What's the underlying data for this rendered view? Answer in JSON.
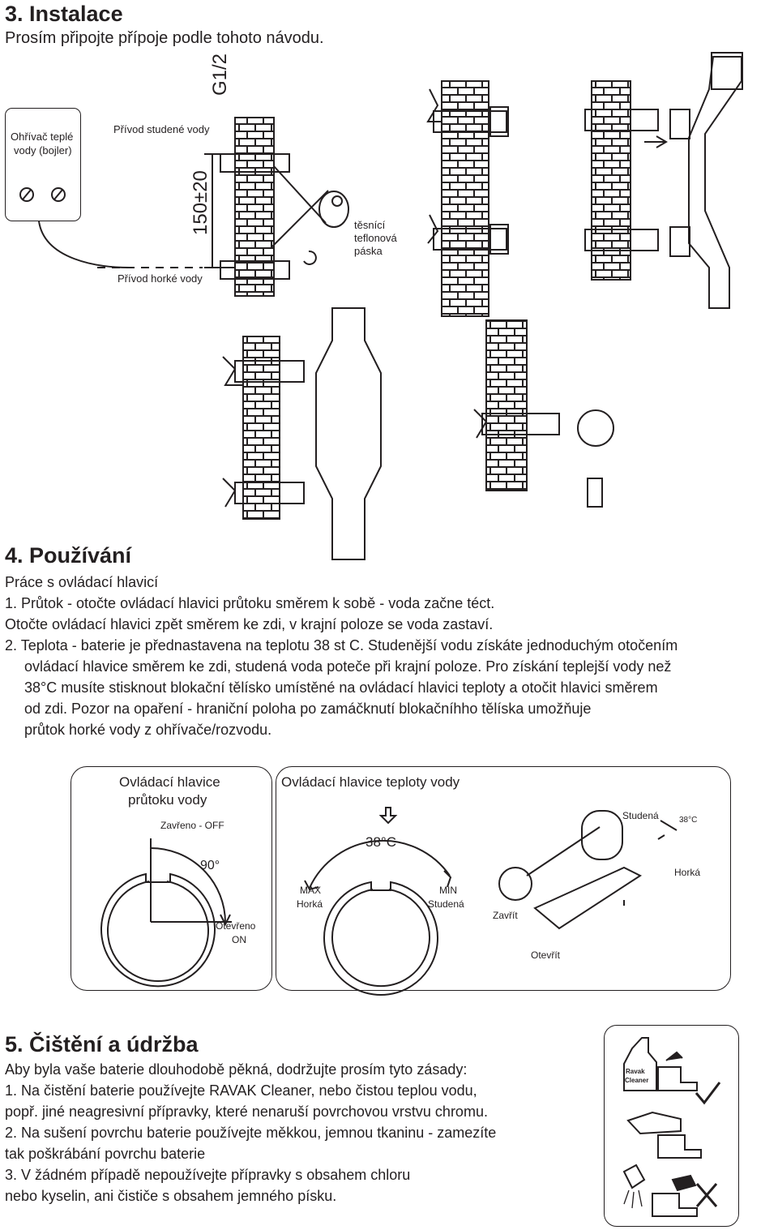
{
  "sec3": {
    "title": "3. Instalace",
    "subtitle": "Prosím připojte přípoje podle tohoto návodu.",
    "heater_label": "Ohřívač teplé vody (bojler)",
    "heater_label_l1": "Ohřívač teplé",
    "heater_label_l2": "vody (bojler)",
    "cold_supply": "Přívod studené vody",
    "hot_supply": "Přívod horké vody",
    "thread": "G1/2",
    "distance": "150±20",
    "tape_l1": "těsnící",
    "tape_l2": "teflonová",
    "tape_l3": "páska"
  },
  "sec4": {
    "title": "4. Používání",
    "intro": "Práce s ovládací hlavicí",
    "lines": [
      "1.  Průtok - otočte ovládací hlavici průtoku směrem k sobě - voda začne téct.",
      "     Otočte ovládací hlavici zpět směrem ke zdi, v krajní poloze se voda zastaví.",
      "2.  Teplota - baterie je přednastavena na teplotu 38 st C. Studenější vodu získáte jednoduchým otočením",
      "ovládací hlavice směrem ke zdi, studená voda poteče při krajní poloze. Pro získání teplejší vody než",
      "38°C musíte stisknout blokační tělísko umístěné na ovládací hlavici teploty a otočit hlavici směrem",
      "od zdi. Pozor na opaření - hraniční poloha po zamáčknutí blokačníhho tělíska umožňuje",
      "průtok horké vody z ohřívače/rozvodu."
    ],
    "flow_panel_l1": "Ovládací hlavice",
    "flow_panel_l2": "průtoku vody",
    "closed": "Zavřeno - OFF",
    "angle": "90°",
    "open_l1": "Otevřeno",
    "open_l2": "ON",
    "temp_panel": "Ovládací hlavice teploty vody",
    "temp_value": "38°C",
    "max_l1": "MAX",
    "max_l2": "Horká",
    "min_l1": "MIN",
    "min_l2": "Studená",
    "cold": "Studená",
    "temp_small": "38°C",
    "hot": "Horká",
    "close": "Zavřít",
    "open": "Otevřít"
  },
  "sec5": {
    "title": "5. Čištění a údržba",
    "intro": "Aby byla vaše baterie dlouhodobě pěkná, dodržujte prosím tyto zásady:",
    "lines": [
      "1.  Na čistění baterie používejte RAVAK Cleaner, nebo čistou teplou vodu,",
      "     popř. jiné neagresivní přípravky, které nenaruší povrchovou vrstvu chromu.",
      "2.  Na sušení povrchu baterie používejte měkkou, jemnou tkaninu - zamezíte",
      "     tak poškrábání povrchu baterie",
      "3.  V žádném případě nepoužívejte přípravky s obsahem chloru",
      "     nebo kyselin, ani čističe s obsahem jemného písku."
    ],
    "bottle_l1": "Ravak",
    "bottle_l2": "Cleaner"
  }
}
